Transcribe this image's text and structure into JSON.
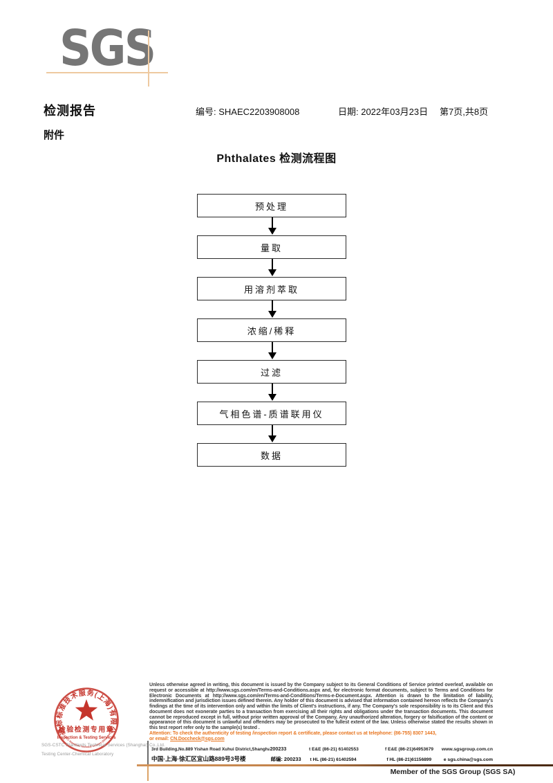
{
  "logo": {
    "text": "SGS"
  },
  "header": {
    "report_title": "检测报告",
    "number": "编号: SHAEC2203908008",
    "date": "日期: 2022年03月23日",
    "page_info": "第7页,共8页",
    "attachment": "附件"
  },
  "flowchart": {
    "title": "Phthalates 检测流程图",
    "steps": [
      "预处理",
      "量取",
      "用溶剂萃取",
      "浓缩/稀释",
      "过滤",
      "气相色谱-质谱联用仪",
      "数据"
    ]
  },
  "stamp": {
    "arc_text_cn": "通标标准技术服务(上海)有限公司",
    "center_line1": "检验检测专用章",
    "center_line2": "Inspection & Testing Services",
    "bottom_arc_text": "SGS-CSTC Standards Technical Services (Shanghai) Co.,Ltd.",
    "color": "#c5352c"
  },
  "company": {
    "en_line1": "SGS-CSTC Standards Technical Services (Shanghai) Co.,Ltd.",
    "en_line2": "Testing Center-Chemical Laboratory"
  },
  "footer": {
    "disclaimer": "Unless otherwise agreed in writing, this document is issued by the Company subject to its General Conditions of Service printed overleaf, available on request or accessible at http://www.sgs.com/en/Terms-and-Conditions.aspx and, for electronic format documents, subject to Terms and Conditions for Electronic Documents at http://www.sgs.com/en/Terms-and-Conditions/Terms-e-Document.aspx. Attention is drawn to the limitation of liability, indemnification and jurisdiction issues defined therein. Any holder of this document is advised that information contained hereon reflects the Company's findings at the time of its intervention only and within the limits of Client's instructions, if any. The Company's sole responsibility is to its Client and this document does not exonerate parties to a transaction from exercising all their rights and obligations under the transaction documents. This document cannot be reproduced except in full, without prior written approval of the Company. Any unauthorized alteration, forgery or falsification of the content or appearance of this document is unlawful and offenders may be prosecuted to the fullest extent of the law. Unless otherwise stated the results shown in this test report refer only to the sample(s) tested .",
    "attention_line1": "Attention: To check the authenticity of testing /inspection report & certificate, please contact us at telephone: (86-755) 8307 1443,",
    "attention_line2_prefix": "or email: ",
    "attention_email": "CN.Doccheck@sgs.com",
    "address_en": "3rd Building,No.889 Yishan Road Xuhui District,Shanghai China",
    "postcode_en": "200233",
    "tel1": "t E&E (86-21) 61402553",
    "fax1": "f E&E (86-21)64953679",
    "web": "www.sgsgroup.com.cn",
    "address_cn": "中国·上海·徐汇区宜山路889号3号楼",
    "postcode_cn": "邮编: 200233",
    "tel2": "t HL (86-21) 61402594",
    "fax2": "f HL (86-21)61156899",
    "email": "e sgs.china@sgs.com",
    "member_text": "Member of the SGS Group (SGS SA)"
  }
}
